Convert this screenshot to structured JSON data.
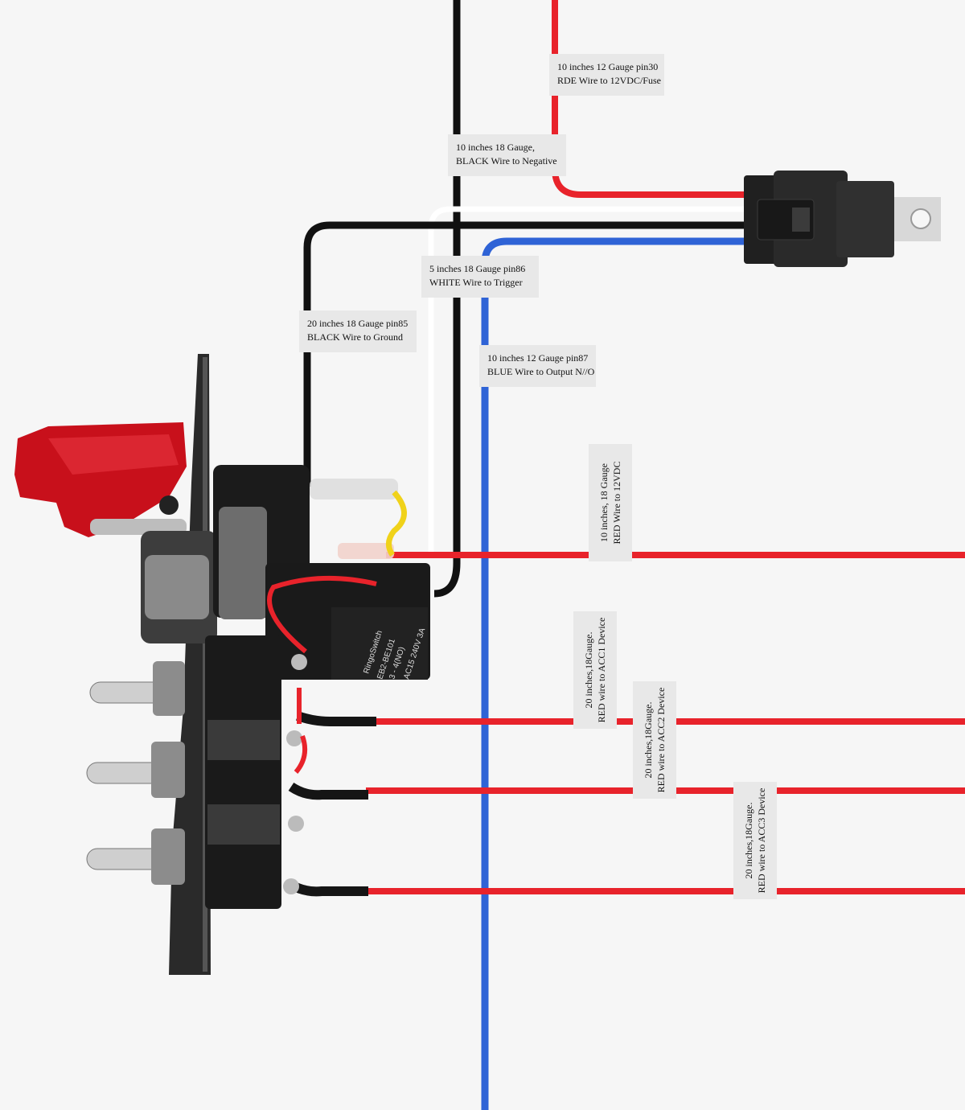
{
  "colors": {
    "background": "#f6f6f6",
    "red_wire": "#e8232b",
    "black_wire": "#111111",
    "white_wire": "#ffffff",
    "blue_wire": "#2f63d6",
    "yellow_wire": "#f0d21a",
    "switch_cover": "#c8101b",
    "label_bg": "#e8e8e8"
  },
  "labels": {
    "pin30": {
      "line1": "10 inches 12 Gauge pin30",
      "line2": "RDE Wire to 12VDC/Fuse"
    },
    "neg": {
      "line1": "10 inches 18 Gauge,",
      "line2": "BLACK Wire to Negative"
    },
    "pin86": {
      "line1": "5 inches 18 Gauge pin86",
      "line2": "WHITE Wire to Trigger"
    },
    "pin85": {
      "line1": "20 inches 18 Gauge pin85",
      "line2": "BLACK Wire to Ground"
    },
    "pin87": {
      "line1": "10 inches 12 Gauge pin87",
      "line2": "BLUE Wire to Output N//O"
    },
    "v12": {
      "line1": "10 inches,  18 Gauge",
      "line2": "RED Wire to 12VDC"
    },
    "acc1": {
      "line1": "20 inches,18Gauge.",
      "line2": "RED wire to ACC1 Device"
    },
    "acc2": {
      "line1": "20 inches,18Gauge.",
      "line2": "RED wire to ACC2 Device"
    },
    "acc3": {
      "line1": "20 inches,18Gauge.",
      "line2": "RED wire to ACC3 Device"
    }
  },
  "switch_print": {
    "model": "EB2-BE101",
    "contact": "3 - 4(NO)",
    "rating": "AC15 240V 3A",
    "brand": "RingoSwitch"
  },
  "icons": [
    "relay-icon",
    "toggle-switch-panel-icon",
    "safety-cover-icon"
  ]
}
